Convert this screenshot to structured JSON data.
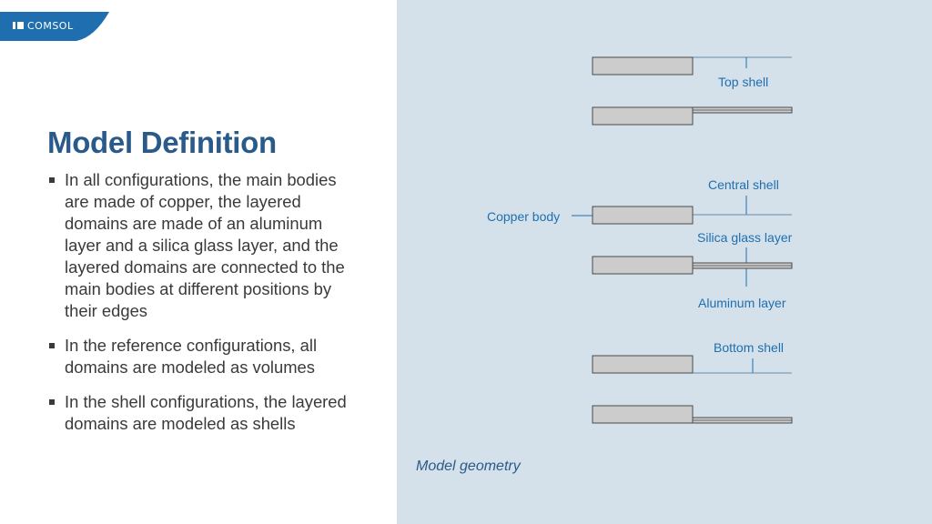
{
  "brand": {
    "logo_text": "COMSOL",
    "logo_color": "#1f6fb0"
  },
  "slide": {
    "title": "Model Definition",
    "bullets": [
      "In all configurations, the main bodies are made of copper, the layered domains are made of an aluminum layer and a silica glass layer, and the layered domains are connected to the main bodies at different positions by their edges",
      "In the reference configurations, all domains are modeled as volumes",
      "In the shell configurations, the layered domains are modeled as shells"
    ]
  },
  "figure": {
    "caption": "Model geometry",
    "labels": {
      "top_shell": "Top shell",
      "central_shell": "Central shell",
      "copper_body": "Copper body",
      "silica_glass_layer": "Silica glass layer",
      "aluminum_layer": "Aluminum layer",
      "bottom_shell": "Bottom shell"
    },
    "colors": {
      "panel_bg": "#d4e1ea",
      "body_fill": "#cccccc",
      "label_color": "#1f6fb0",
      "shell_line": "#6a8aaa"
    }
  }
}
